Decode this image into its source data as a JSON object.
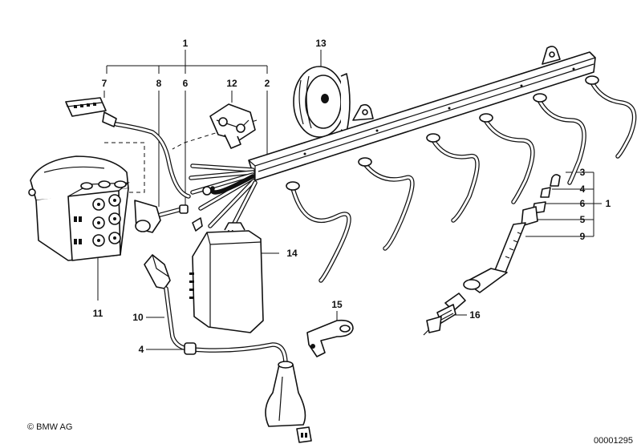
{
  "labels": {
    "l1": "1",
    "l13": "13",
    "l7": "7",
    "l8": "8",
    "l6": "6",
    "l12": "12",
    "l2": "2",
    "l3r": "3",
    "l4r": "4",
    "l6r": "6",
    "l5r": "5",
    "l9r": "9",
    "l1r": "1",
    "l14": "14",
    "l11": "11",
    "l10": "10",
    "l4": "4",
    "l15": "15",
    "l16": "16"
  },
  "footer": {
    "copyright": "© BMW AG",
    "drawing_number": "00001295"
  }
}
